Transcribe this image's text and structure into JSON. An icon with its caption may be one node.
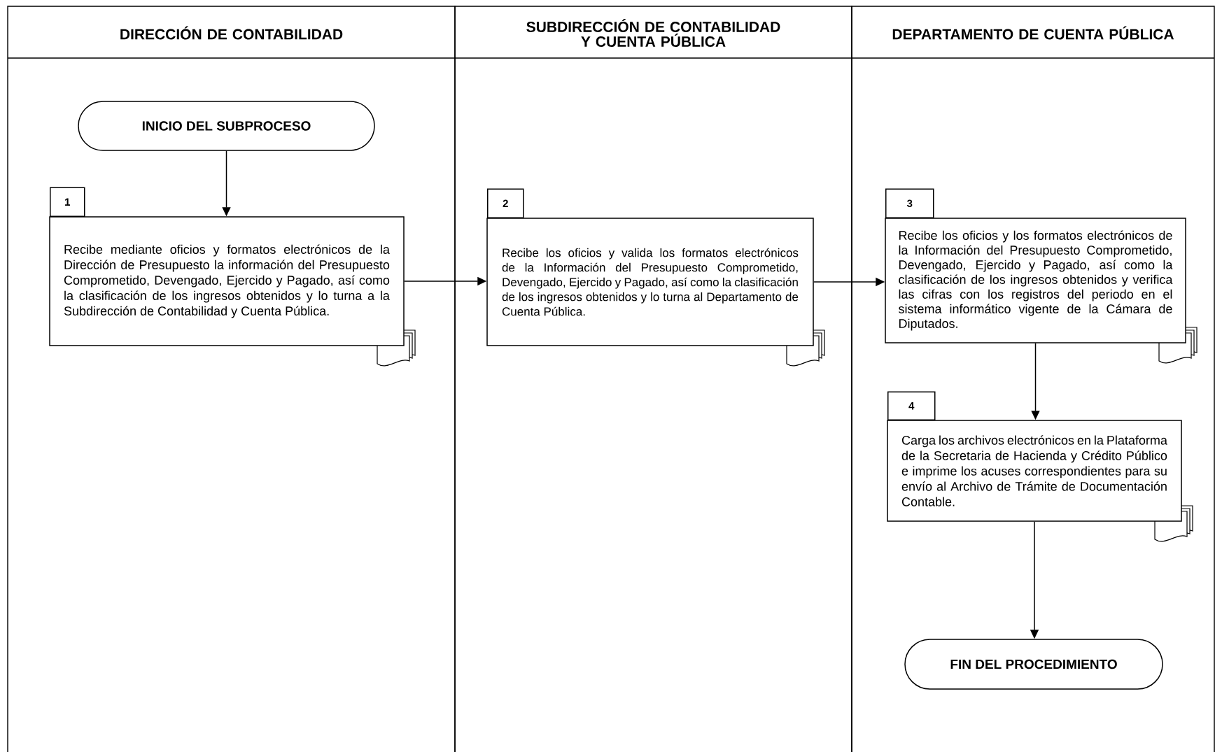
{
  "diagram": {
    "nodes": [
      {
        "text": [
          "DIRECCIÓN DE CONTABILIDAD"
        ]
      },
      {
        "text": [
          "SUBDIRECCIÓN DE CONTABILIDAD Y CUENTA PÚBLICA"
        ]
      },
      {
        "text": [
          "DEPARTAMENTO DE CUENTA PÚBLICA"
        ]
      },
      {
        "text": [
          "INICIO DEL SUBPROCESO"
        ],
        "in": 0
      },
      {
        "text": [
          "1",
          "Recibe mediante oficios y formatos electrónicos de la Dirección de Presupuesto la información del Presupuesto Comprometido, Devengado, Ejercido y Pagado, así como la clasificación de los ingresos obtenidos y lo turna a la Subdirección de Contabilidad y Cuenta Pública."
        ],
        "in": 0
      },
      {
        "text": [
          "2",
          "Recibe los oficios y valida los formatos electrónicos de la Información del Presupuesto Comprometido, Devengado, Ejercido y Pagado, así como la clasificación de los ingresos obtenidos y lo turna al Departamento de Cuenta Pública."
        ],
        "in": 1
      },
      {
        "text": [
          "3",
          "Recibe los oficios y los formatos electrónicos de la Información del Presupuesto Comprometido, Devengado, Ejercido y Pagado, así como la clasificación de los ingresos obtenidos y verifica las cifras con los registros del periodo en el sistema informático vigente de la Cámara de Diputados."
        ],
        "in": 2
      },
      {
        "text": [
          "4",
          "Carga los archivos electrónicos en la Plataforma de la Secretaria de Hacienda y Crédito Público e imprime los acuses correspondientes para su envío al Archivo de Trámite de Documentación Contable."
        ],
        "in": 2
      },
      {
        "text": [
          "FIN DEL PROCEDIMIENTO"
        ],
        "in": 2
      }
    ],
    "edges": [
      {
        "from": 3,
        "to": 4,
        "arrow": "to"
      },
      {
        "from": 4,
        "to": 5,
        "arrow": "to"
      },
      {
        "from": 5,
        "to": 6,
        "arrow": "to"
      },
      {
        "from": 6,
        "to": 7,
        "arrow": "to"
      },
      {
        "from": 7,
        "to": 8,
        "arrow": "to"
      }
    ]
  }
}
